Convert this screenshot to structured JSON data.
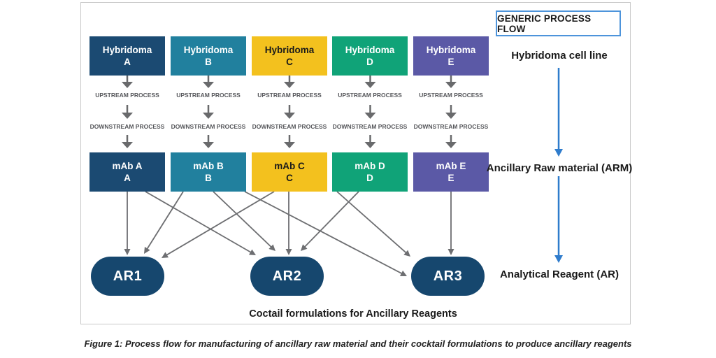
{
  "legend": {
    "title": "GENERIC PROCESS FLOW"
  },
  "stages": {
    "cell_line": "Hybridoma cell line",
    "arm": "Ancillary Raw material (ARM)",
    "ar": "Analytical Reagent (AR)"
  },
  "process": {
    "upstream": "UPSTREAM PROCESS",
    "downstream": "DOWNSTREAM PROCESS"
  },
  "columns": [
    {
      "hybridoma": "Hybridoma",
      "letter": "A",
      "mab": "mAb A",
      "color": "#1b4a72",
      "text_color": "#ffffff"
    },
    {
      "hybridoma": "Hybridoma",
      "letter": "B",
      "mab": "mAb B",
      "color": "#21809e",
      "text_color": "#ffffff"
    },
    {
      "hybridoma": "Hybridoma",
      "letter": "C",
      "mab": "mAb C",
      "color": "#f3c11e",
      "text_color": "#1a1a1a"
    },
    {
      "hybridoma": "Hybridoma",
      "letter": "D",
      "mab": "mAb D",
      "color": "#10a378",
      "text_color": "#ffffff"
    },
    {
      "hybridoma": "Hybridoma",
      "letter": "E",
      "mab": "mAb E",
      "color": "#5b59a6",
      "text_color": "#ffffff"
    }
  ],
  "reagents": [
    {
      "label": "AR1"
    },
    {
      "label": "AR2"
    },
    {
      "label": "AR3"
    }
  ],
  "edges": [
    {
      "from": "mAb A",
      "to": "AR1"
    },
    {
      "from": "mAb A",
      "to": "AR2"
    },
    {
      "from": "mAb B",
      "to": "AR1"
    },
    {
      "from": "mAb B",
      "to": "AR2"
    },
    {
      "from": "mAb B",
      "to": "AR3"
    },
    {
      "from": "mAb C",
      "to": "AR1"
    },
    {
      "from": "mAb C",
      "to": "AR2"
    },
    {
      "from": "mAb D",
      "to": "AR2"
    },
    {
      "from": "mAb D",
      "to": "AR3"
    },
    {
      "from": "mAb E",
      "to": "AR3"
    }
  ],
  "footer": {
    "cocktail_note": "Coctail formulations for Ancillary Reagents"
  },
  "caption": "Figure 1:  Process flow for manufacturing of ancillary raw material and their cocktail formulations to produce ancillary reagents",
  "colors": {
    "connector": "#6d6e71",
    "process_arrow": "#696a6c",
    "flow_arrow": "#2f7ccc",
    "reagent_fill": "#16476e",
    "frame_border": "#c9c9c9",
    "legend_border": "#4d94db"
  }
}
